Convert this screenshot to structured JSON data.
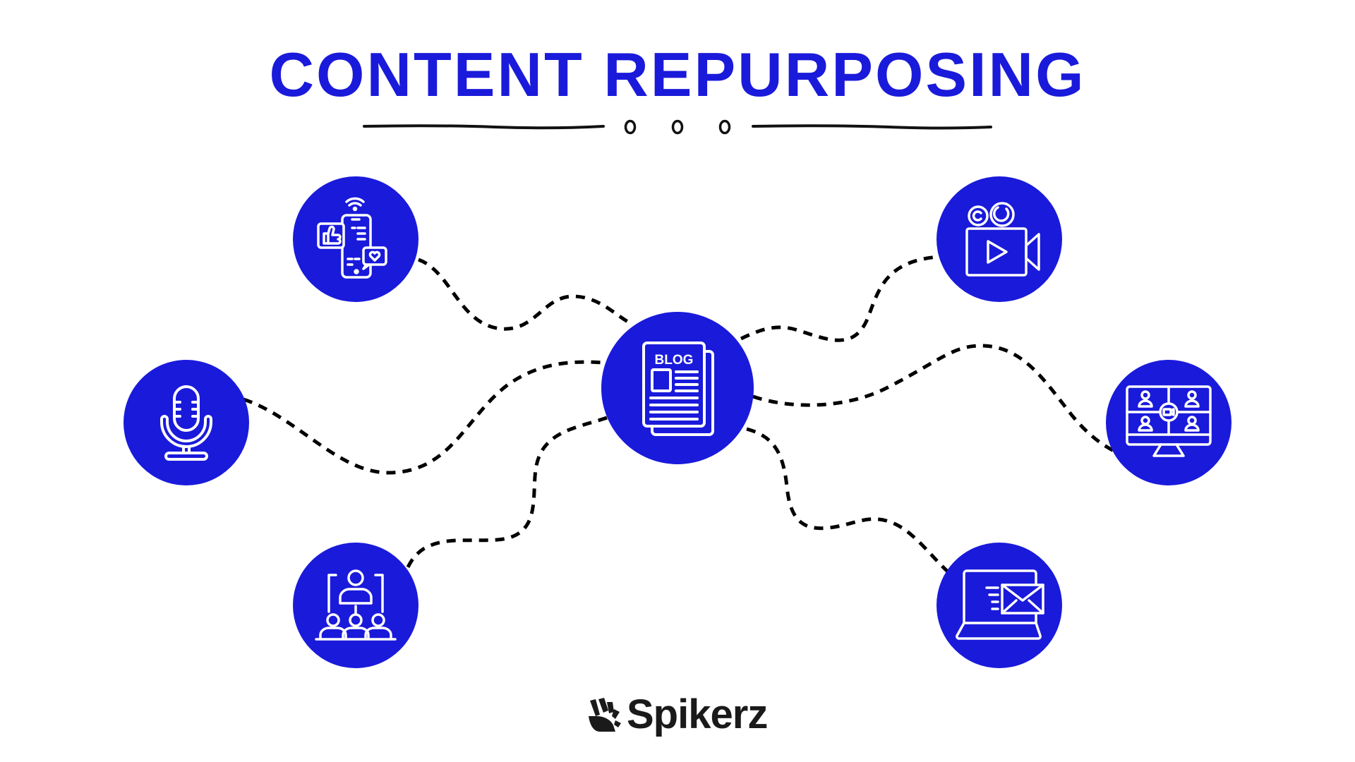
{
  "header": {
    "title": "CONTENT REPURPOSING"
  },
  "colors": {
    "accent": "#1a1adb",
    "line": "#000000",
    "icon_stroke": "#ffffff",
    "logo_text": "#1a1a1a",
    "background": "#ffffff"
  },
  "diagram": {
    "center_node": {
      "id": "blog",
      "icon": "blog-document-icon",
      "label": "BLOG"
    },
    "satellite_nodes": [
      {
        "id": "social-media",
        "icon": "social-media-phone-icon",
        "position": "top-left"
      },
      {
        "id": "podcast",
        "icon": "microphone-icon",
        "position": "middle-left"
      },
      {
        "id": "webinar",
        "icon": "webinar-presentation-icon",
        "position": "bottom-left"
      },
      {
        "id": "video",
        "icon": "video-camera-icon",
        "position": "top-right"
      },
      {
        "id": "video-conference",
        "icon": "video-conference-monitor-icon",
        "position": "middle-right"
      },
      {
        "id": "email-newsletter",
        "icon": "laptop-email-icon",
        "position": "bottom-right"
      }
    ],
    "connectors": [
      {
        "from": "blog",
        "to": "social-media",
        "style": "dashed"
      },
      {
        "from": "blog",
        "to": "podcast",
        "style": "dashed"
      },
      {
        "from": "blog",
        "to": "webinar",
        "style": "dashed"
      },
      {
        "from": "blog",
        "to": "video",
        "style": "dashed"
      },
      {
        "from": "blog",
        "to": "video-conference",
        "style": "dashed"
      },
      {
        "from": "blog",
        "to": "email-newsletter",
        "style": "dashed"
      }
    ]
  },
  "footer": {
    "brand": "Spikerz",
    "brand_icon": "spikerz-hand-logo-icon"
  }
}
